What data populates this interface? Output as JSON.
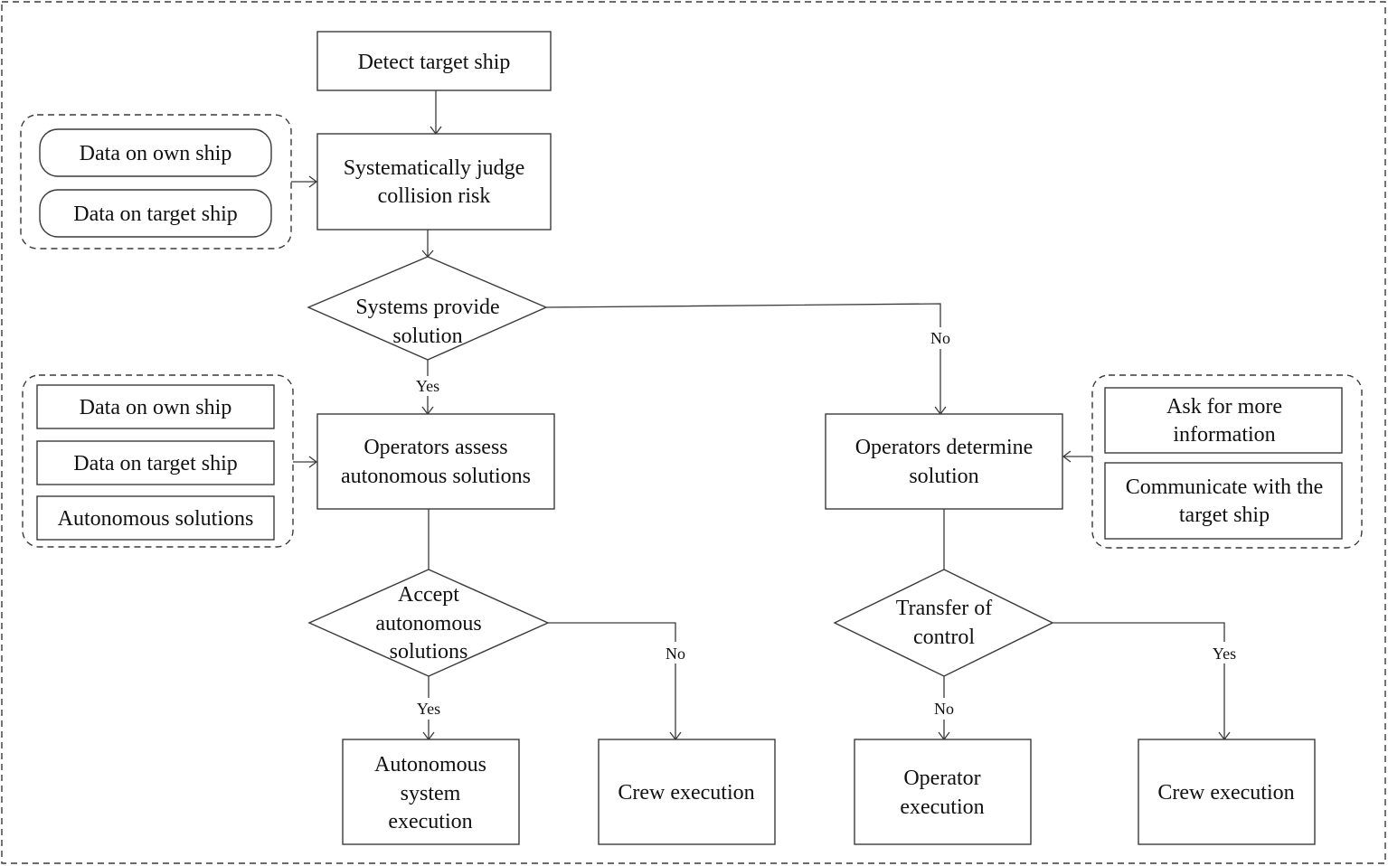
{
  "nodes": {
    "detect": "Detect target ship",
    "judge": [
      "Systematically judge",
      "collision risk"
    ],
    "systems_provide": [
      "Systems provide",
      "solution"
    ],
    "operators_assess": [
      "Operators assess",
      "autonomous solutions"
    ],
    "operators_determine": [
      "Operators determine",
      "solution"
    ],
    "accept": [
      "Accept",
      "autonomous",
      "solutions"
    ],
    "transfer": [
      "Transfer of",
      "control"
    ],
    "auto_exec": [
      "Autonomous",
      "system",
      "execution"
    ],
    "crew_exec_left": "Crew execution",
    "operator_exec": [
      "Operator",
      "execution"
    ],
    "crew_exec_right": "Crew execution"
  },
  "inputs": {
    "group1": [
      "Data on own ship",
      "Data on target ship"
    ],
    "group2": [
      "Data on own ship",
      "Data on target ship",
      "Autonomous solutions"
    ],
    "group3": [
      [
        "Ask for more",
        "information"
      ],
      [
        "Communicate with the",
        "target ship"
      ]
    ]
  },
  "labels": {
    "no1": "No",
    "yes1": "Yes",
    "no2": "No",
    "yes2": "Yes",
    "no3": "No",
    "yes3": "Yes"
  }
}
